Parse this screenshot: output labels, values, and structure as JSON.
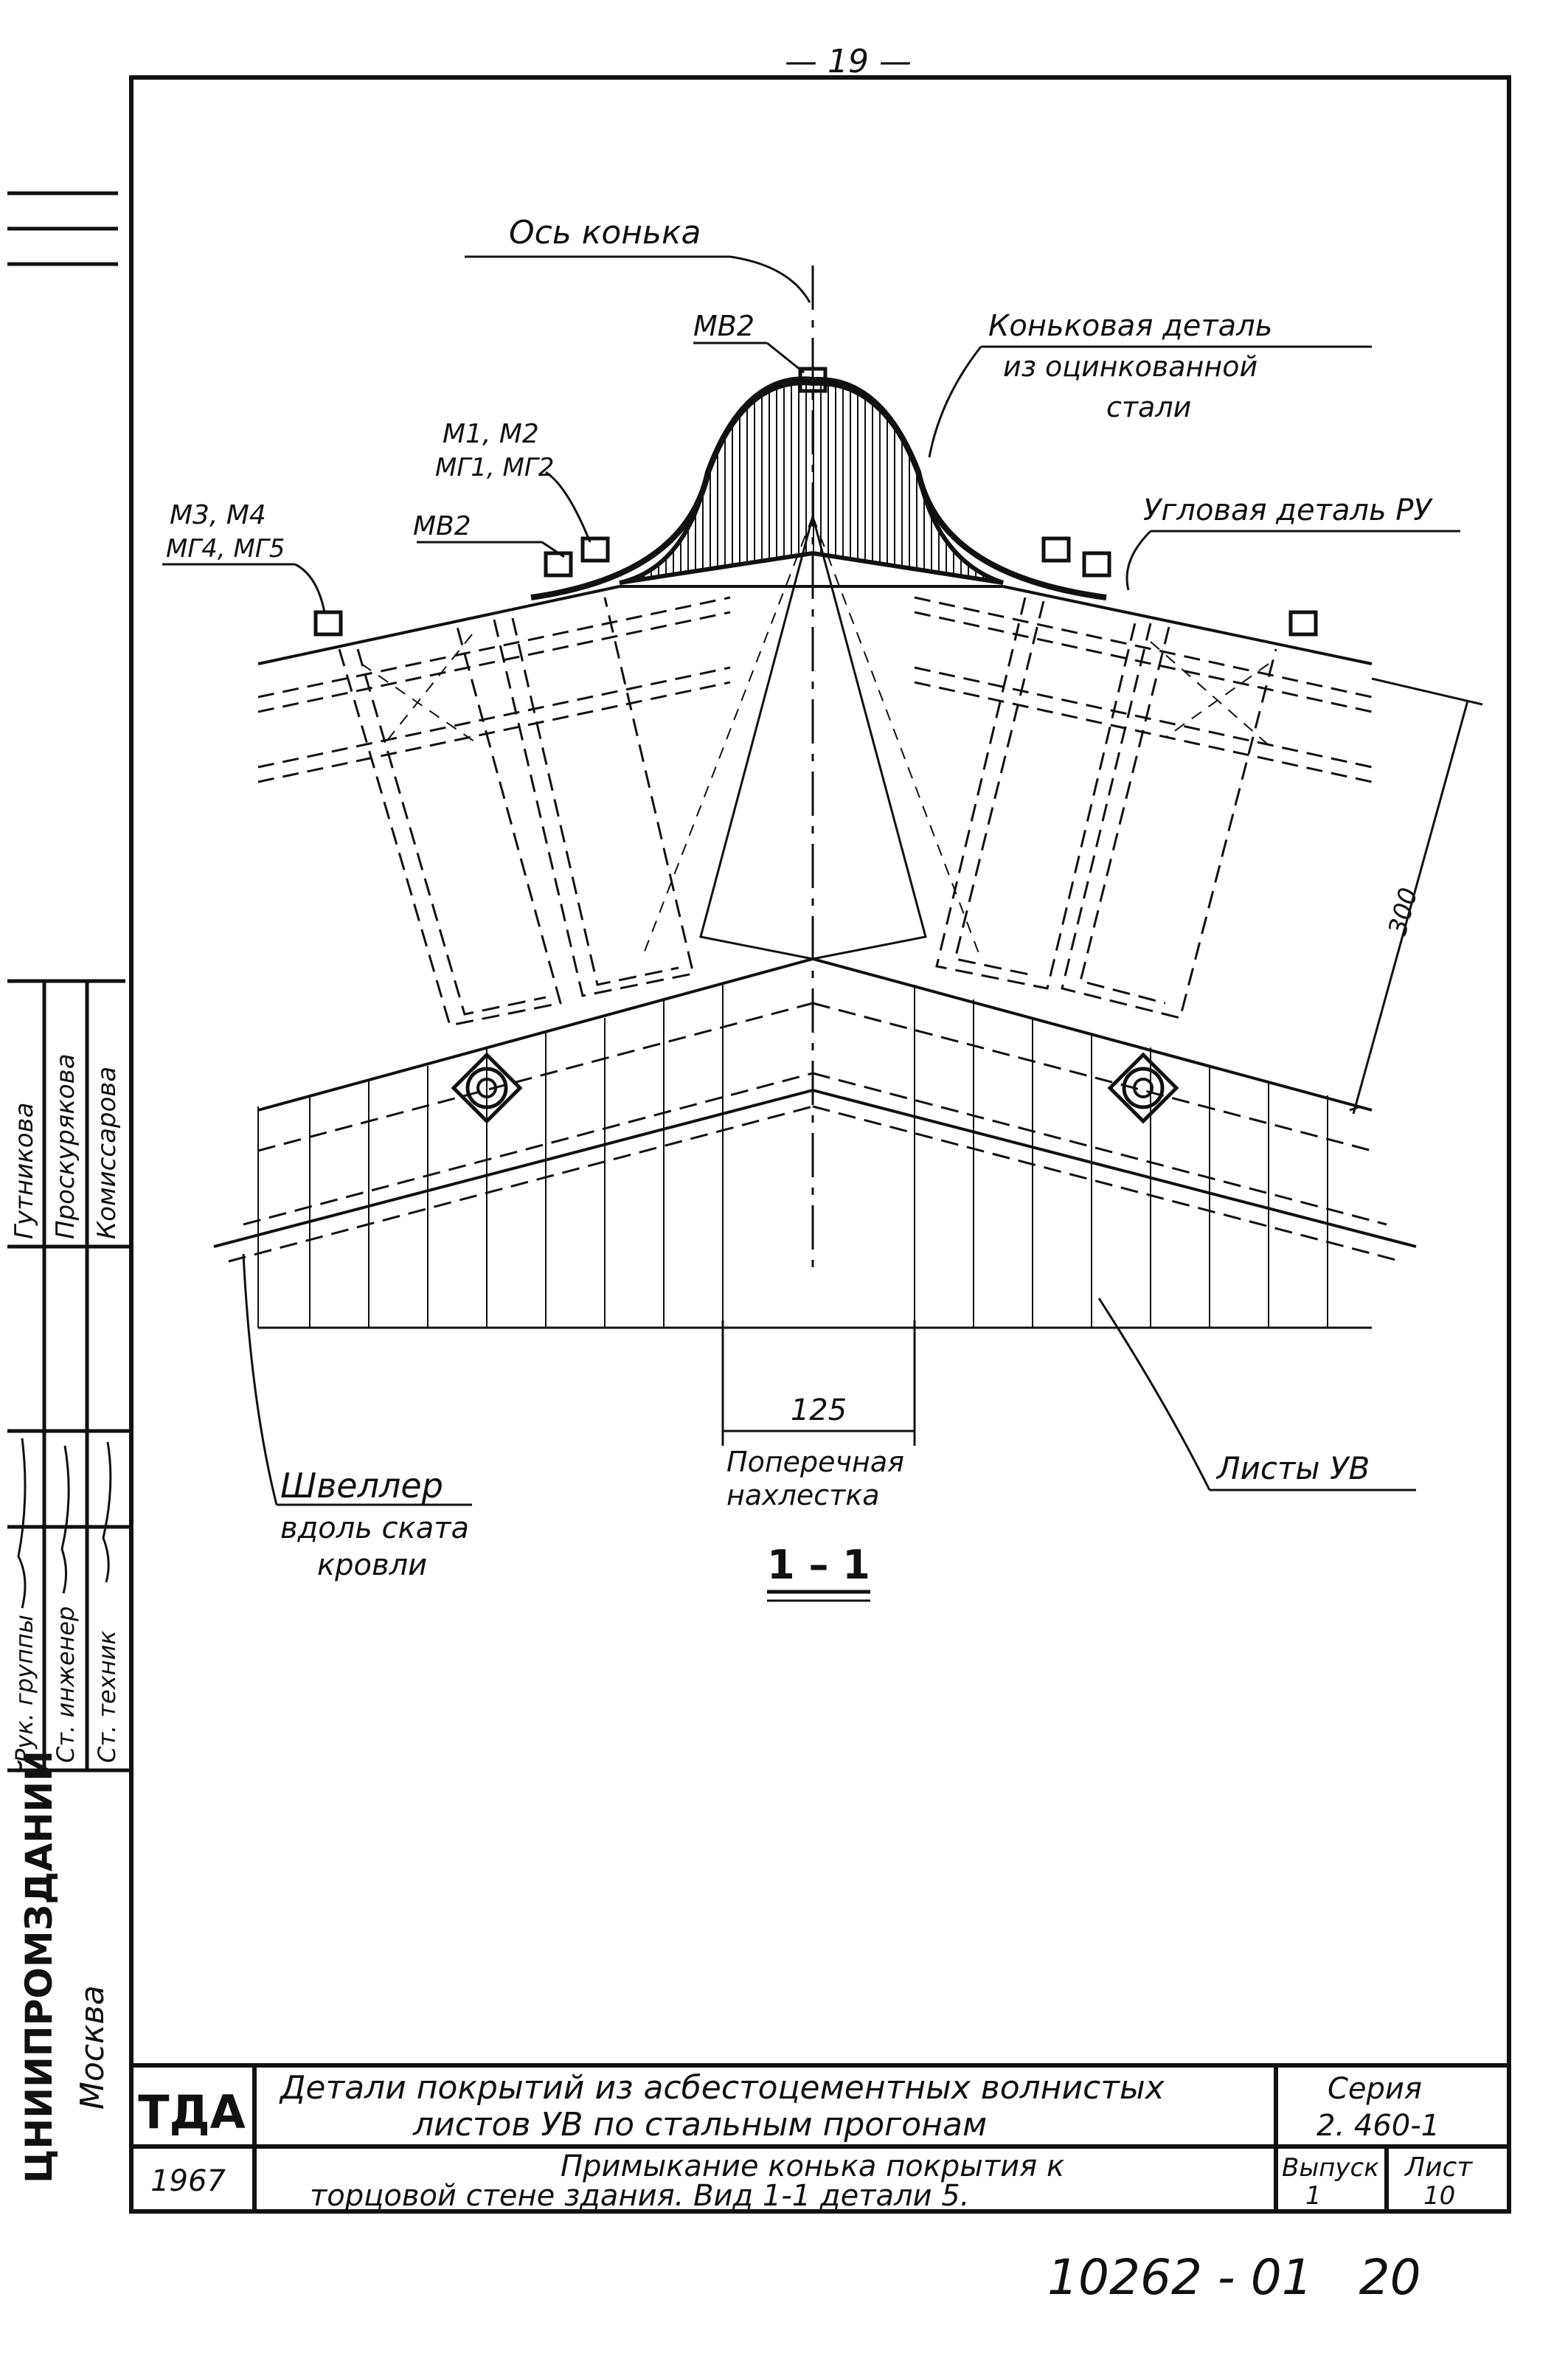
{
  "page_number": "— 19 —",
  "labels": {
    "ridge_axis": "Ось конька",
    "mb2_top": "МВ2",
    "ridge_detail_line1": "Коньковая деталь",
    "ridge_detail_line2": "из оцинкованной",
    "ridge_detail_line3": "стали",
    "m1m2_line1": "М1, М2",
    "m1m2_line2": "МГ1, МГ2",
    "m3m4_line1": "М3, М4",
    "m3m4_line2": "МГ4, МГ5",
    "mb2_left": "МВ2",
    "corner_detail": "Угловая деталь РУ",
    "dim_300": "300",
    "dim_125": "125",
    "lap_line1": "Поперечная",
    "lap_line2": "нахлестка",
    "sheets": "Листы УВ",
    "channel_line1": "Швеллер",
    "channel_line2": "вдоль ската",
    "channel_line3": "кровли",
    "section_mark": "1 – 1"
  },
  "side_stamp": {
    "roles": [
      "Рук. группы",
      "Ст. инженер",
      "Ст. техник"
    ],
    "signatures": [
      "Гутникова",
      "Проскурякова",
      "Комиссарова"
    ],
    "names": [
      "Гутникова",
      "Проскурякова",
      "Комиссарова"
    ],
    "org": "ЦНИИПРОМЗДАНИЙ",
    "city": "Москва"
  },
  "title_block": {
    "code": "ТДА",
    "year": "1967",
    "title_line1": "Детали покрытий из асбестоцементных волнистых",
    "title_line2": "листов УВ по стальным прогонам",
    "subtitle_line1": "Примыкание конька покрытия к",
    "subtitle_line2": "торцовой стене здания. Вид 1-1 детали 5.",
    "series_label": "Серия",
    "series_value": "2. 460-1",
    "issue_label": "Выпуск",
    "issue_value": "1",
    "sheet_label": "Лист",
    "sheet_value": "10"
  },
  "footer_number": "10262 - 01   20"
}
